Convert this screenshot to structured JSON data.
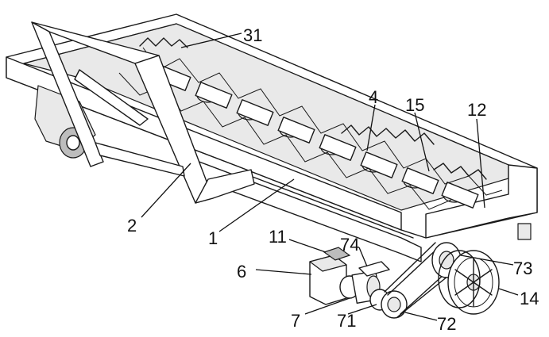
{
  "labels": {
    "l31": "31",
    "l4": "4",
    "l15": "15",
    "l12": "12",
    "l2": "2",
    "l1": "1",
    "l11": "11",
    "l74": "74",
    "l6": "6",
    "l73": "73",
    "l14": "14",
    "l7": "7",
    "l71": "71",
    "l72": "72"
  }
}
